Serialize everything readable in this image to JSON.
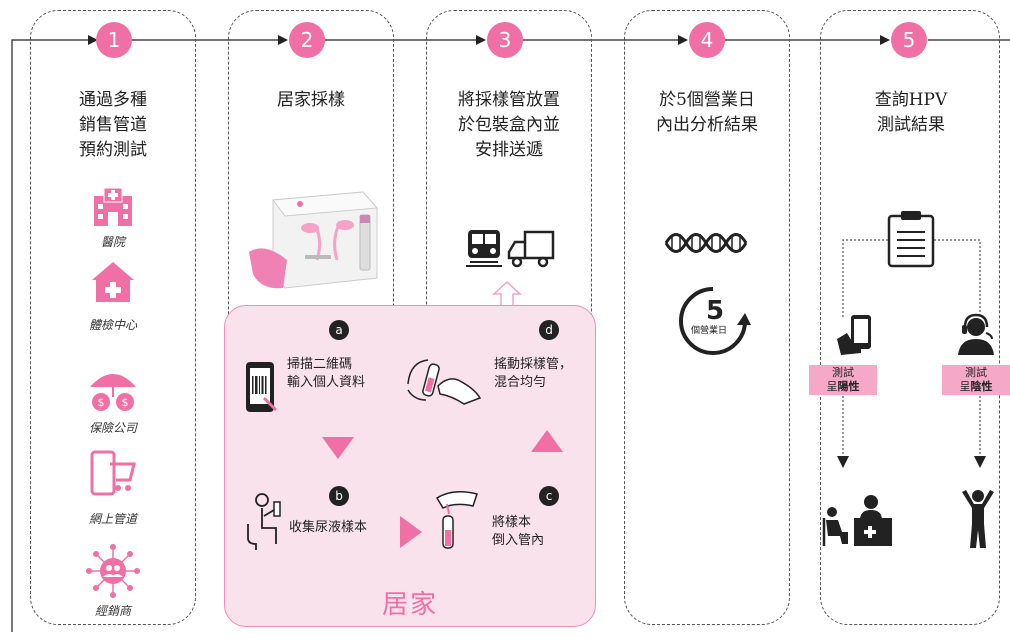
{
  "steps": [
    {
      "num": "1",
      "title": "通過多種\n銷售管道\n預約測試"
    },
    {
      "num": "2",
      "title": "居家採樣"
    },
    {
      "num": "3",
      "title": "將採樣管放置\n於包裝盒內並\n安排送遞"
    },
    {
      "num": "4",
      "title": "於5個營業日\n內出分析結果"
    },
    {
      "num": "5",
      "title": "查詢HPV\n測試結果"
    }
  ],
  "channels": [
    {
      "label": "醫院",
      "icon": "hospital-icon"
    },
    {
      "label": "體檢中心",
      "icon": "health-center-icon"
    },
    {
      "label": "保險公司",
      "icon": "insurance-icon"
    },
    {
      "label": "網上管道",
      "icon": "online-shop-icon"
    },
    {
      "label": "經銷商",
      "icon": "distributor-icon"
    }
  ],
  "home": {
    "label": "居家",
    "a": {
      "badge": "a",
      "text": "掃描二維碼\n輸入個人資料"
    },
    "b": {
      "badge": "b",
      "text": "收集尿液樣本"
    },
    "c": {
      "badge": "c",
      "text": "將樣本\n倒入管內"
    },
    "d": {
      "badge": "d",
      "text": "搖動採樣管，\n混合均勻"
    }
  },
  "day_badge": {
    "number": "5",
    "text": "個營業日"
  },
  "results": {
    "positive_prefix": "測試\n呈",
    "positive_word": "陽性",
    "negative_prefix": "測試\n呈",
    "negative_word": "陰性"
  },
  "colors": {
    "accent": "#f070a5",
    "light_pink": "#f9e2ec",
    "box_pink": "#f6a8c9"
  }
}
